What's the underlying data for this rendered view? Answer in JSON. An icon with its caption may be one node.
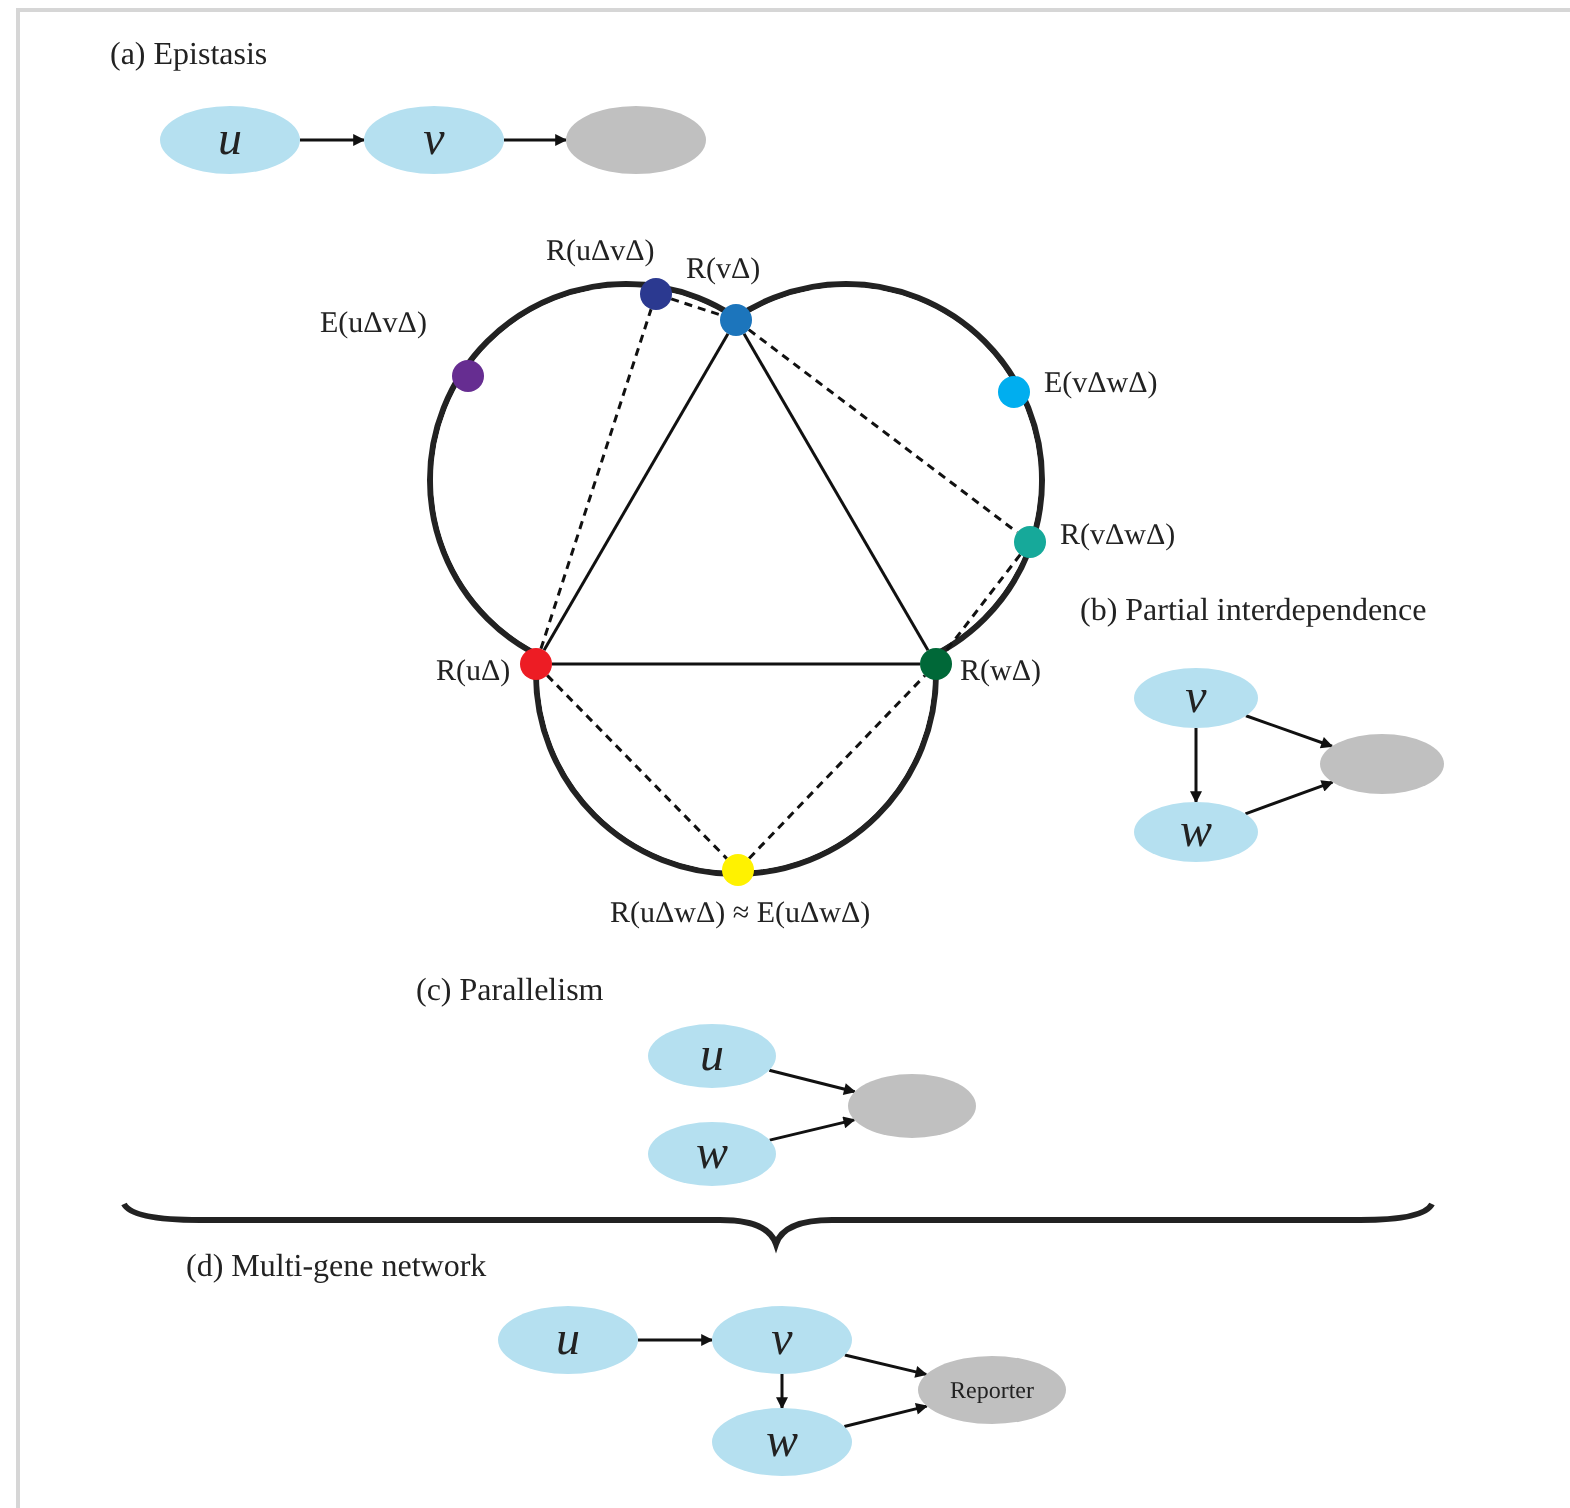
{
  "diagram": {
    "nodes": [
      {
        "text": [
          "u"
        ]
      },
      {
        "text": [
          "v"
        ]
      },
      {
        "text": [],
        "shape": "ellipse"
      },
      {
        "text": [],
        "shape": "circle",
        "beside": [
          "R(uΔvΔ)"
        ]
      },
      {
        "text": [],
        "shape": "circle",
        "beside": [
          "R(vΔ)"
        ]
      },
      {
        "text": [],
        "shape": "circle",
        "beside": [
          "E(uΔvΔ)"
        ]
      },
      {
        "text": [],
        "shape": "circle",
        "beside": [
          "E(vΔwΔ)"
        ]
      },
      {
        "text": [],
        "shape": "circle",
        "beside": [
          "R(vΔwΔ)"
        ]
      },
      {
        "text": [],
        "shape": "circle",
        "beside": [
          "R(uΔ)"
        ]
      },
      {
        "text": [],
        "shape": "circle",
        "beside": [
          "R(wΔ)"
        ]
      },
      {
        "text": [],
        "shape": "circle",
        "beside": [
          "R(uΔwΔ) ≈ E(uΔwΔ)"
        ]
      },
      {
        "text": [
          "v"
        ]
      },
      {
        "text": [
          "w"
        ]
      },
      {
        "text": [],
        "shape": "ellipse"
      },
      {
        "text": [
          "u"
        ]
      },
      {
        "text": [
          "w"
        ]
      },
      {
        "text": [],
        "shape": "ellipse"
      },
      {
        "text": [
          "u"
        ]
      },
      {
        "text": [
          "v"
        ]
      },
      {
        "text": [
          "w"
        ]
      },
      {
        "text": [
          "Reporter"
        ]
      }
    ],
    "edges": [
      {
        "from": 0,
        "to": 1,
        "arrow": "to"
      },
      {
        "from": 1,
        "to": 2,
        "arrow": "to"
      },
      {
        "from": 8,
        "to": 4,
        "arrow": "none"
      },
      {
        "from": 4,
        "to": 9,
        "arrow": "none"
      },
      {
        "from": 8,
        "to": 9,
        "arrow": "none"
      },
      {
        "from": 8,
        "to": 3,
        "arrow": "none",
        "style": "dashed"
      },
      {
        "from": 3,
        "to": 4,
        "arrow": "none",
        "style": "dashed"
      },
      {
        "from": 4,
        "to": 7,
        "arrow": "none",
        "style": "dashed"
      },
      {
        "from": 7,
        "to": 9,
        "arrow": "none",
        "style": "dashed"
      },
      {
        "from": 8,
        "to": 10,
        "arrow": "none",
        "style": "dashed"
      },
      {
        "from": 10,
        "to": 9,
        "arrow": "none",
        "style": "dashed"
      },
      {
        "from": 11,
        "to": 12,
        "arrow": "to"
      },
      {
        "from": 11,
        "to": 13,
        "arrow": "to"
      },
      {
        "from": 12,
        "to": 13,
        "arrow": "to"
      },
      {
        "from": 14,
        "to": 16,
        "arrow": "to"
      },
      {
        "from": 15,
        "to": 16,
        "arrow": "to"
      },
      {
        "from": 17,
        "to": 18,
        "arrow": "to"
      },
      {
        "from": 18,
        "to": 19,
        "arrow": "to"
      },
      {
        "from": 18,
        "to": 20,
        "arrow": "to"
      },
      {
        "from": 19,
        "to": 20,
        "arrow": "to"
      }
    ],
    "labels": [
      "(a) Epistasis",
      "(b) Partial interdependence",
      "(c) Parallelism",
      "(d) Multi-gene network"
    ]
  }
}
